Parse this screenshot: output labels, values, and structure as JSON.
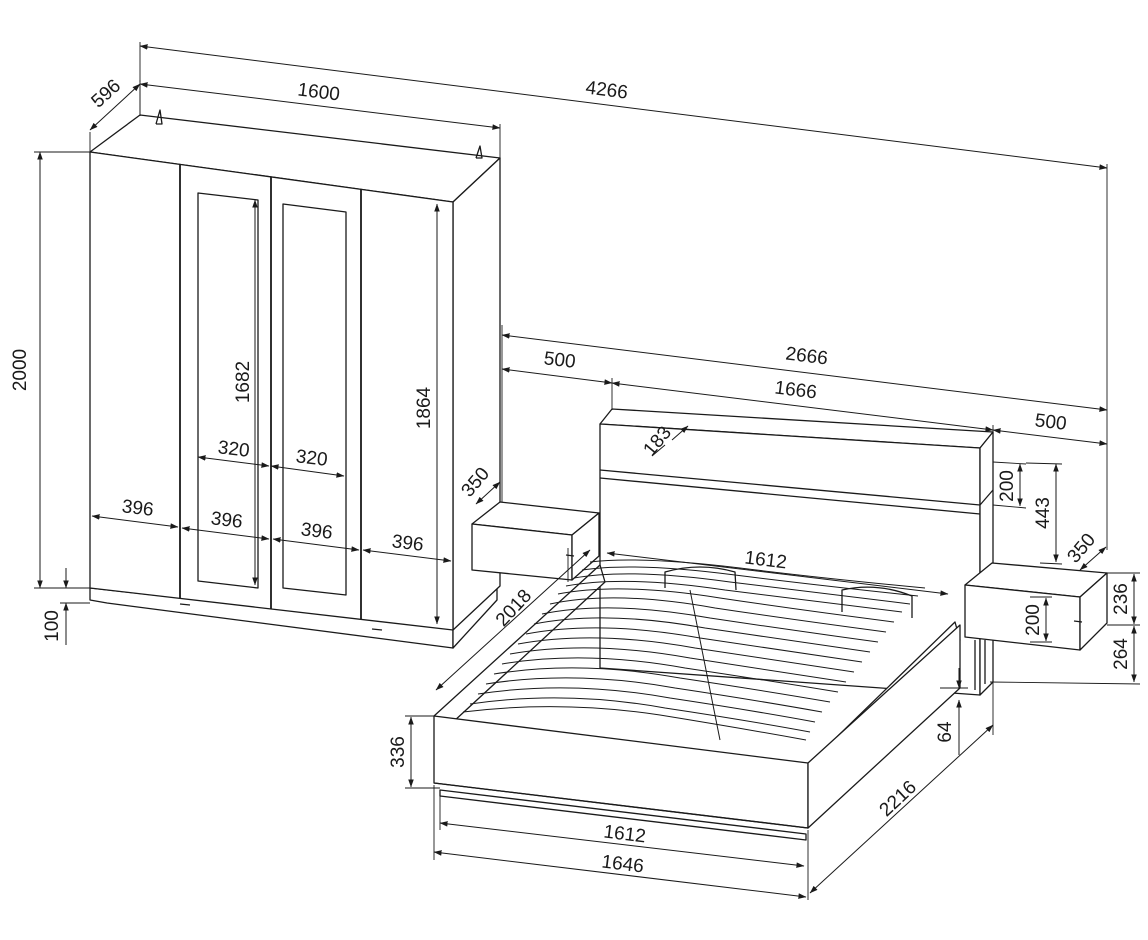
{
  "dimensions": {
    "wardrobe_depth": "596",
    "wardrobe_width": "1600",
    "overall_width": "4266",
    "wardrobe_height": "2000",
    "wardrobe_plinth": "100",
    "mirror_height": "1682",
    "door_height": "1864",
    "mirror_width_left": "320",
    "mirror_width_right": "320",
    "door_width_1": "396",
    "door_width_2": "396",
    "door_width_3": "396",
    "door_width_4": "396",
    "bed_set_width": "2666",
    "nightstand_left_width": "500",
    "headboard_width": "1666",
    "nightstand_right_width": "500",
    "headboard_depth": "183",
    "nightstand_left_depth": "350",
    "shelf_height": "200",
    "headboard_upper_height": "443",
    "nightstand_right_depth": "350",
    "nightstand_height": "236",
    "drawer_height": "200",
    "nightstand_mount_height": "264",
    "bed_side_length": "2018",
    "slat_frame_width": "1612",
    "bed_frame_height": "336",
    "bed_clearance": "64",
    "bed_length": "2216",
    "bed_inner_width": "1612",
    "bed_outer_width": "1646"
  }
}
